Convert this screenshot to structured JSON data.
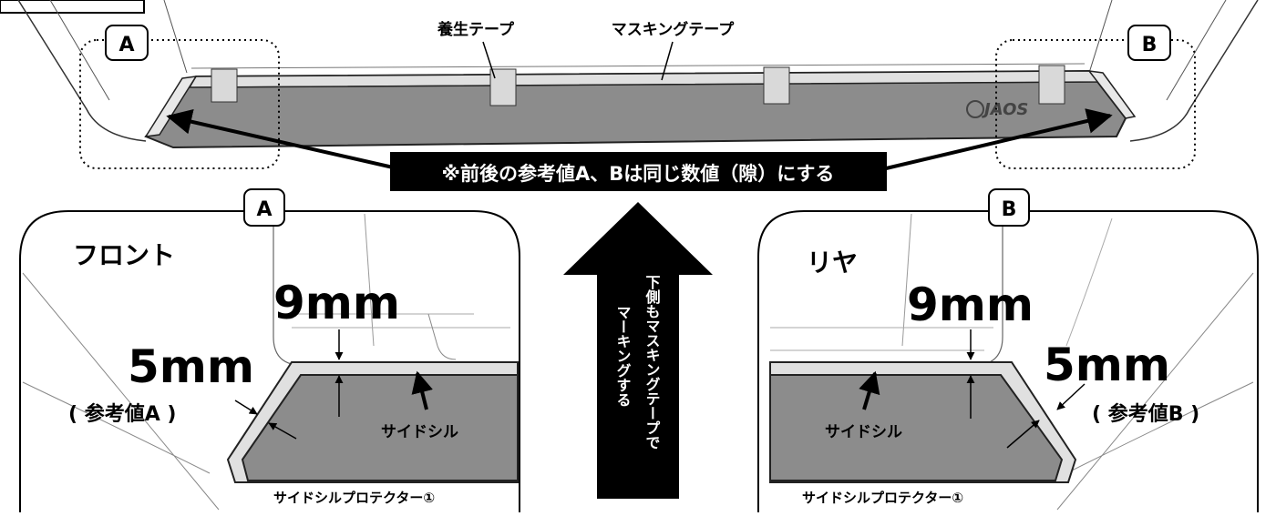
{
  "top": {
    "callout_curing_tape": "養生テープ",
    "callout_masking_tape": "マスキングテープ",
    "badge_a": "A",
    "badge_b": "B",
    "logo_text": "JAOS"
  },
  "banner": {
    "text": "※前後の参考値A、Bは同じ数値（隙）にする"
  },
  "arrow_note": {
    "line1": "下側もマスキングテープで",
    "line2": "マーキングする"
  },
  "front_panel": {
    "badge": "A",
    "title": "フロント",
    "dim_9": "9mm",
    "dim_5": "5mm",
    "ref_label": "( 参考値A )",
    "side_sill": "サイドシル",
    "protector": "サイドシルプロテクター①"
  },
  "rear_panel": {
    "badge": "B",
    "title": "リヤ",
    "dim_9": "9mm",
    "dim_5": "5mm",
    "ref_label": "( 参考値B )",
    "side_sill": "サイドシル",
    "protector": "サイドシルプロテクター①"
  },
  "colors": {
    "protector_fill": "#8c8c8c",
    "protector_rim": "#e0e0e0",
    "banner_bg": "#000000",
    "banner_text": "#ffffff"
  }
}
